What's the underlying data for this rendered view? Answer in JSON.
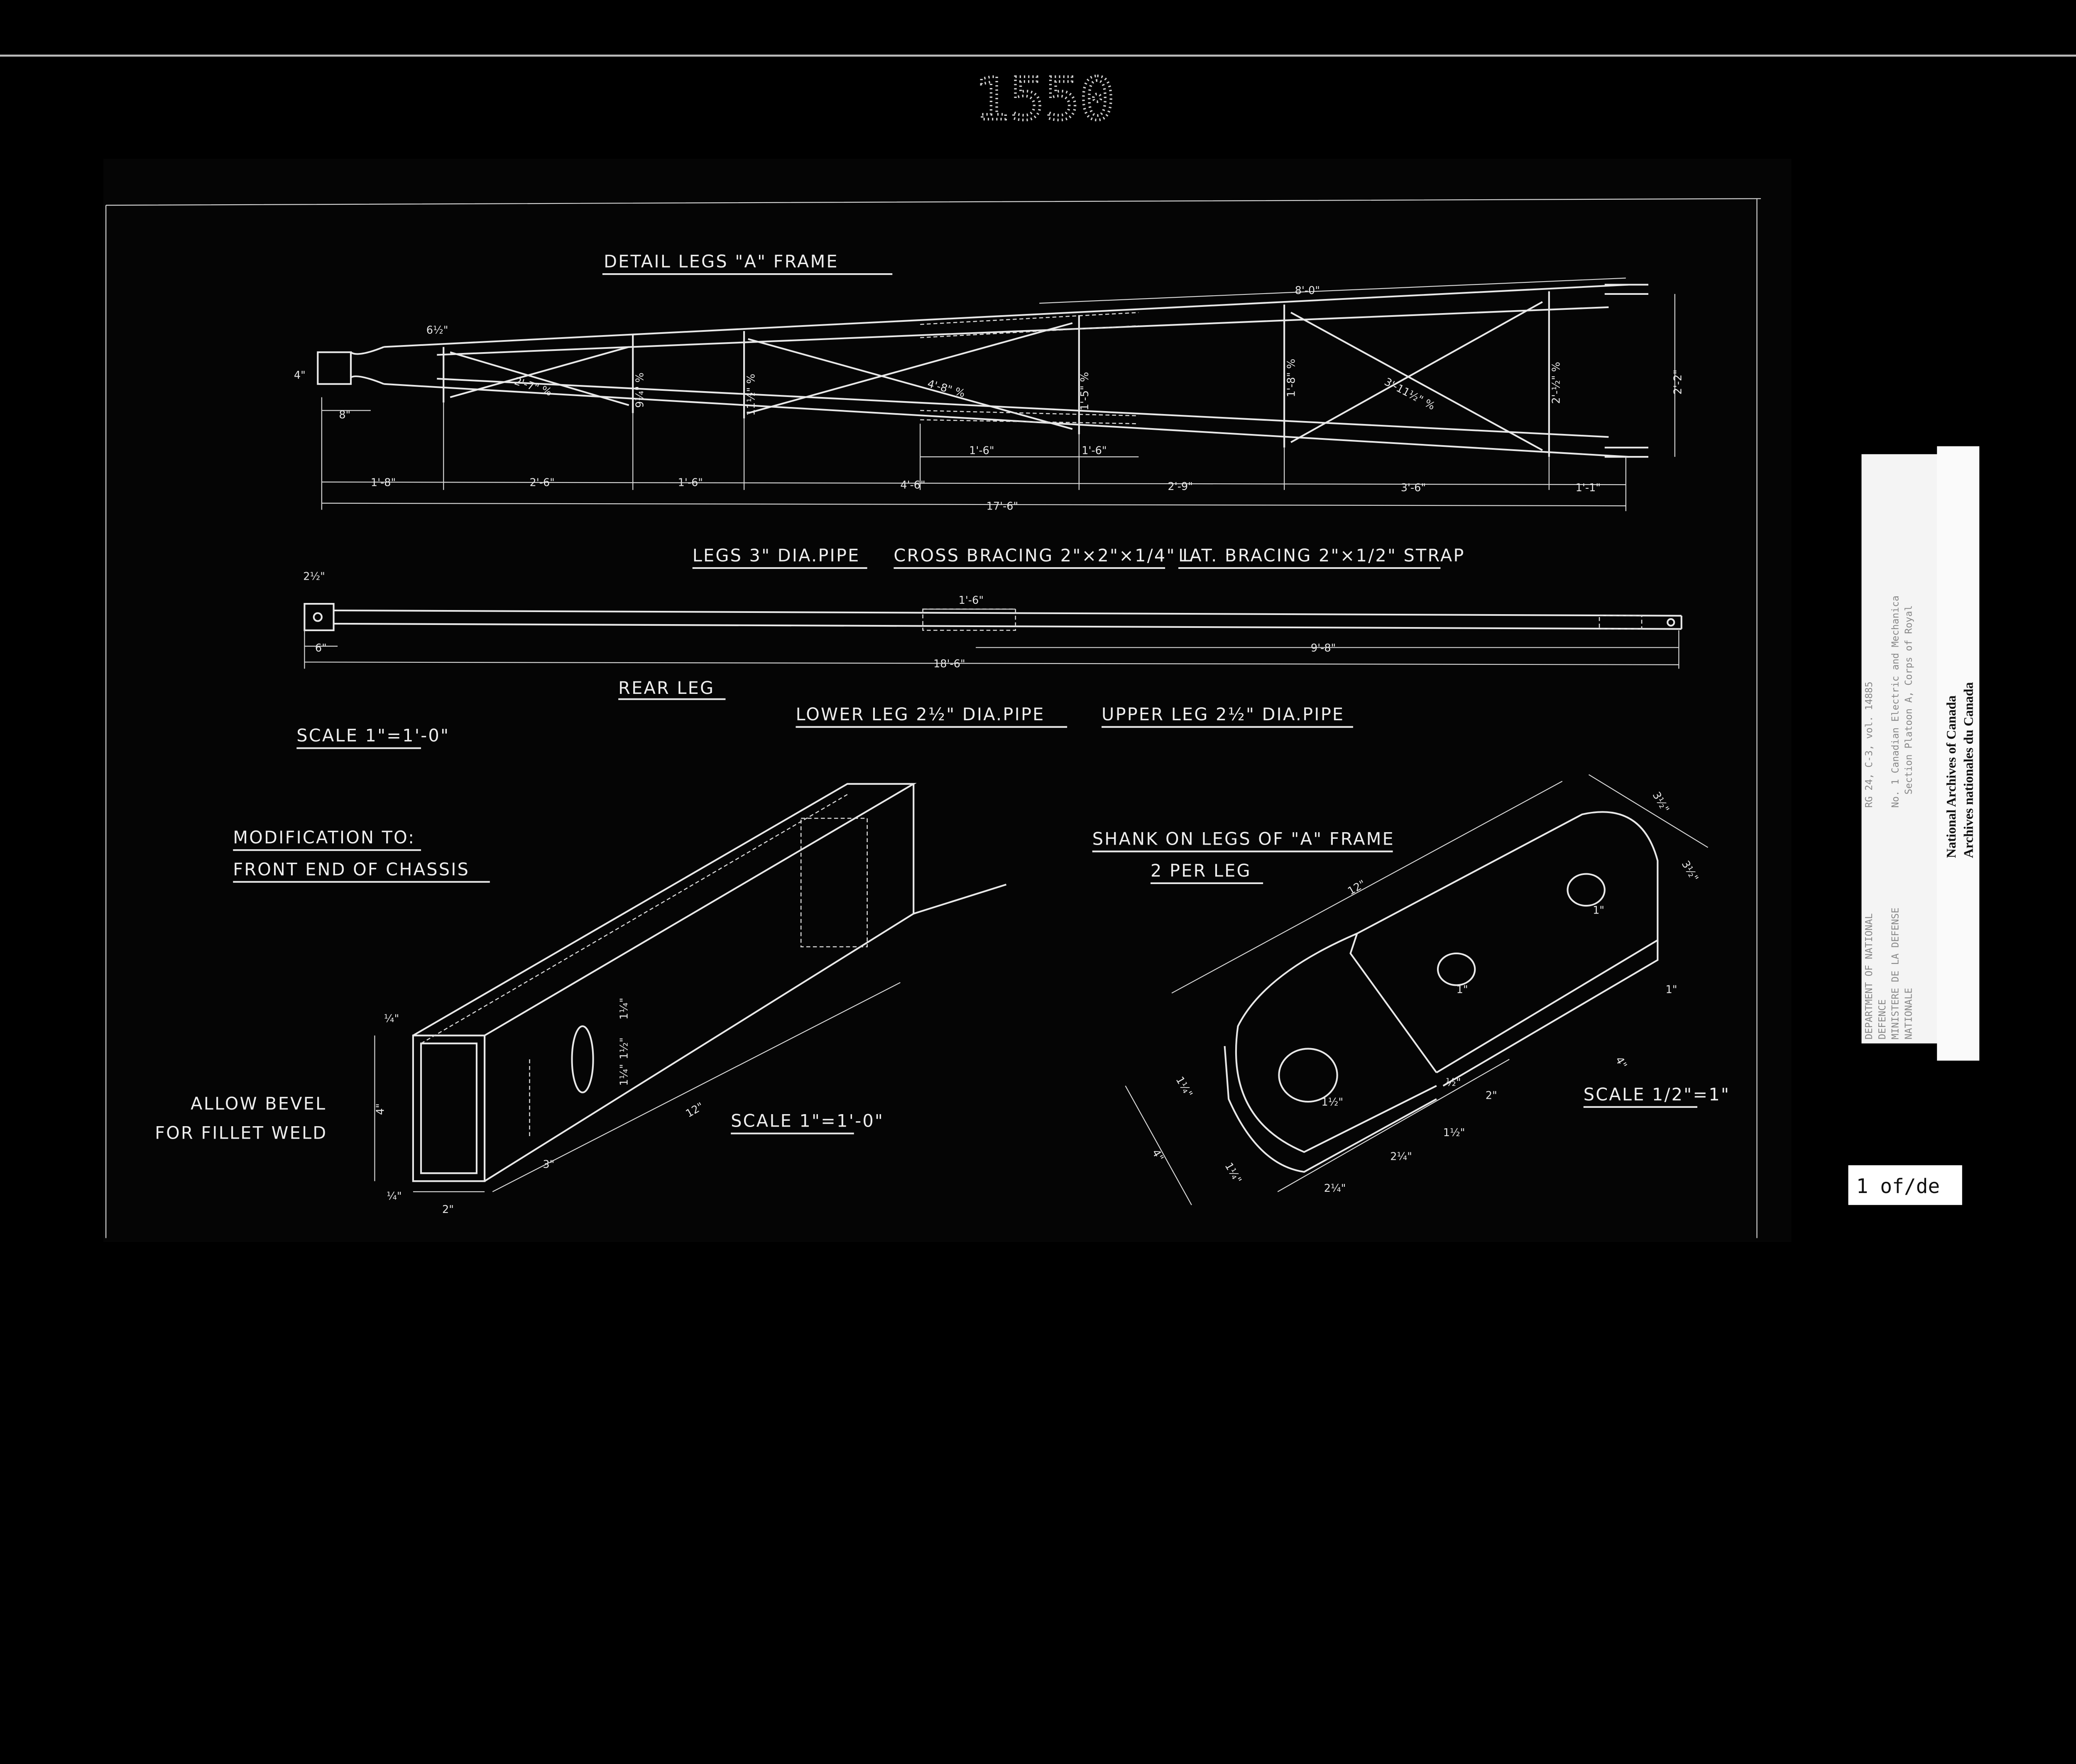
{
  "frame_number": "1550",
  "page_indicator": "1 of/de",
  "drawing": {
    "detail_title": "DETAIL LEGS \"A\" FRAME",
    "top_dims": {
      "overall_top": "8'-0\"",
      "eye_offset": "6½\"",
      "eye_height": "4\"",
      "eye_length": "8\"",
      "segments": [
        "1'-8\"",
        "2'-6\"",
        "1'-6\"",
        "4'-6\"",
        "2'-9\"",
        "3'-6\"",
        "1'-1\""
      ],
      "overall_bottom": "17'-6\"",
      "splice_a": "1'-6\"",
      "splice_b": "1'-6\"",
      "height_right": "2'-2\"",
      "members": [
        "2'-7\" %",
        "9¼\" %",
        "11½\" %",
        "4'-8\" %",
        "1'-5\" %",
        "1'-8\" %",
        "3'-11½\" %",
        "2'-½\" %"
      ]
    },
    "materials": {
      "legs": "LEGS 3\" DIA.PIPE",
      "cross": "CROSS BRACING 2\"×2\"×1/4\" L",
      "lat": "LAT. BRACING 2\"×1/2\" STRAP"
    },
    "rear_leg": {
      "end_height": "2½\"",
      "splice": "1'-6\"",
      "end_len": "6\"",
      "upper_len": "9'-8\"",
      "overall": "18'-6\"",
      "title": "REAR LEG",
      "lower": "LOWER LEG 2½\" DIA.PIPE",
      "upper": "UPPER LEG 2½\" DIA.PIPE"
    },
    "scale_top": "SCALE 1\"=1'-0\"",
    "chassis": {
      "title1": "MODIFICATION TO:",
      "title2": "FRONT END OF CHASSIS",
      "note1": "ALLOW BEVEL",
      "note2": "FOR FILLET WELD",
      "scale": "SCALE 1\"=1'-0\"",
      "dims": [
        "¼\"",
        "4\"",
        "¼\"",
        "2\"",
        "3\"",
        "12\"",
        "1½\"",
        "1¼\"",
        "1¼\""
      ]
    },
    "shank": {
      "title1": "SHANK ON LEGS OF \"A\" FRAME",
      "title2": "2 PER LEG",
      "scale": "SCALE 1/2\"=1\"",
      "dims": [
        "12\"",
        "3½\"",
        "3½\"",
        "1\"",
        "1\"",
        "1½\"",
        "4\"",
        "1¼\"",
        "4\"",
        "1¼\"",
        "2¼\"",
        "2¼\"",
        "1½\"",
        "2\"",
        "½\"",
        "1\""
      ]
    }
  },
  "archive_label": {
    "dept1": "DEPARTMENT OF NATIONAL",
    "dept2": "DEFENCE",
    "min1": "MINISTERE DE LA DEFENSE",
    "min2": "NATIONALE",
    "ref": "RG 24, C-3, vol. 14885",
    "unit1": "No. 1 Canadian Electric and Mechanica",
    "unit2": "Section Platoon A, Corps of Royal",
    "nac_en": "National Archives of Canada",
    "nac_fr": "Archives nationales du Canada"
  }
}
